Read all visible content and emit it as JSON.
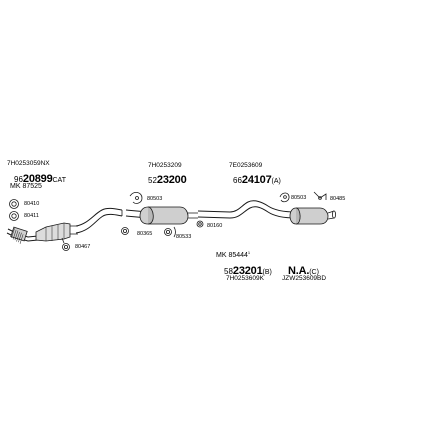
{
  "groups": [
    {
      "ref_top": "7H0253059NX",
      "number_prefix": "96",
      "number_main": "20899",
      "number_suffix": "CAT",
      "mk_label": "MK",
      "mk_value": "87525"
    },
    {
      "ref_top": "7H0253209",
      "number_prefix": "52",
      "number_main": "23200",
      "number_suffix": ""
    },
    {
      "ref_top": "7E0253609",
      "number_prefix": "66",
      "number_main": "24107",
      "number_suffix": "(A)"
    }
  ],
  "bottom_block": {
    "mk_label": "MK",
    "mk_value": "85444",
    "mk_sup": "1",
    "number_prefix": "58",
    "number_main": "23201",
    "number_suffix": "(B)",
    "ref_bottom": "7H0253609K",
    "na_label": "N.A.",
    "na_suffix": "(C)",
    "na_ref": "JZW253609BD"
  },
  "part_labels": {
    "p80410": "80410",
    "p80411": "80411",
    "p80467": "80467",
    "p80503a": "80503",
    "p80365": "80365",
    "p80533": "80533",
    "p80160": "80160",
    "p80503b": "80503",
    "p80485": "80485"
  }
}
